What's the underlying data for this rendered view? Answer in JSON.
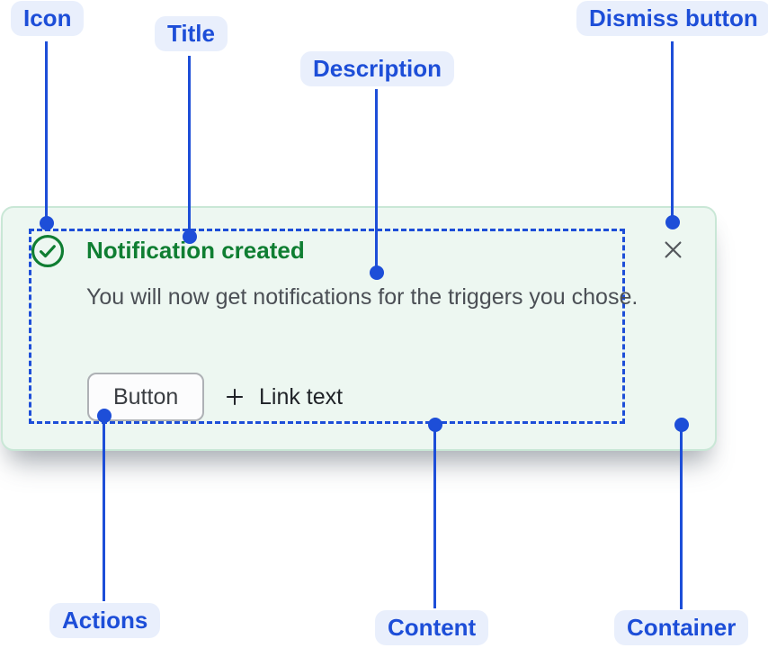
{
  "annotations": {
    "icon": "Icon",
    "title": "Title",
    "description": "Description",
    "dismiss": "Dismiss button",
    "actions": "Actions",
    "content": "Content",
    "container": "Container"
  },
  "notification": {
    "title": "Notification created",
    "description": "You will now get notifications for the triggers you chose.",
    "actions": {
      "button_label": "Button",
      "link_label": "Link text"
    }
  },
  "icons": {
    "status": "check-circle-icon",
    "dismiss": "close-icon",
    "link_prefix": "plus-icon"
  },
  "colors": {
    "annotation_blue": "#1d4ed8",
    "annotation_pill_bg": "#e9effc",
    "success_green": "#0f7e32",
    "card_background": "#edf7f1",
    "card_border": "#c9e7d6",
    "description_text": "#4b4f55",
    "dismiss_gray": "#55585d"
  }
}
